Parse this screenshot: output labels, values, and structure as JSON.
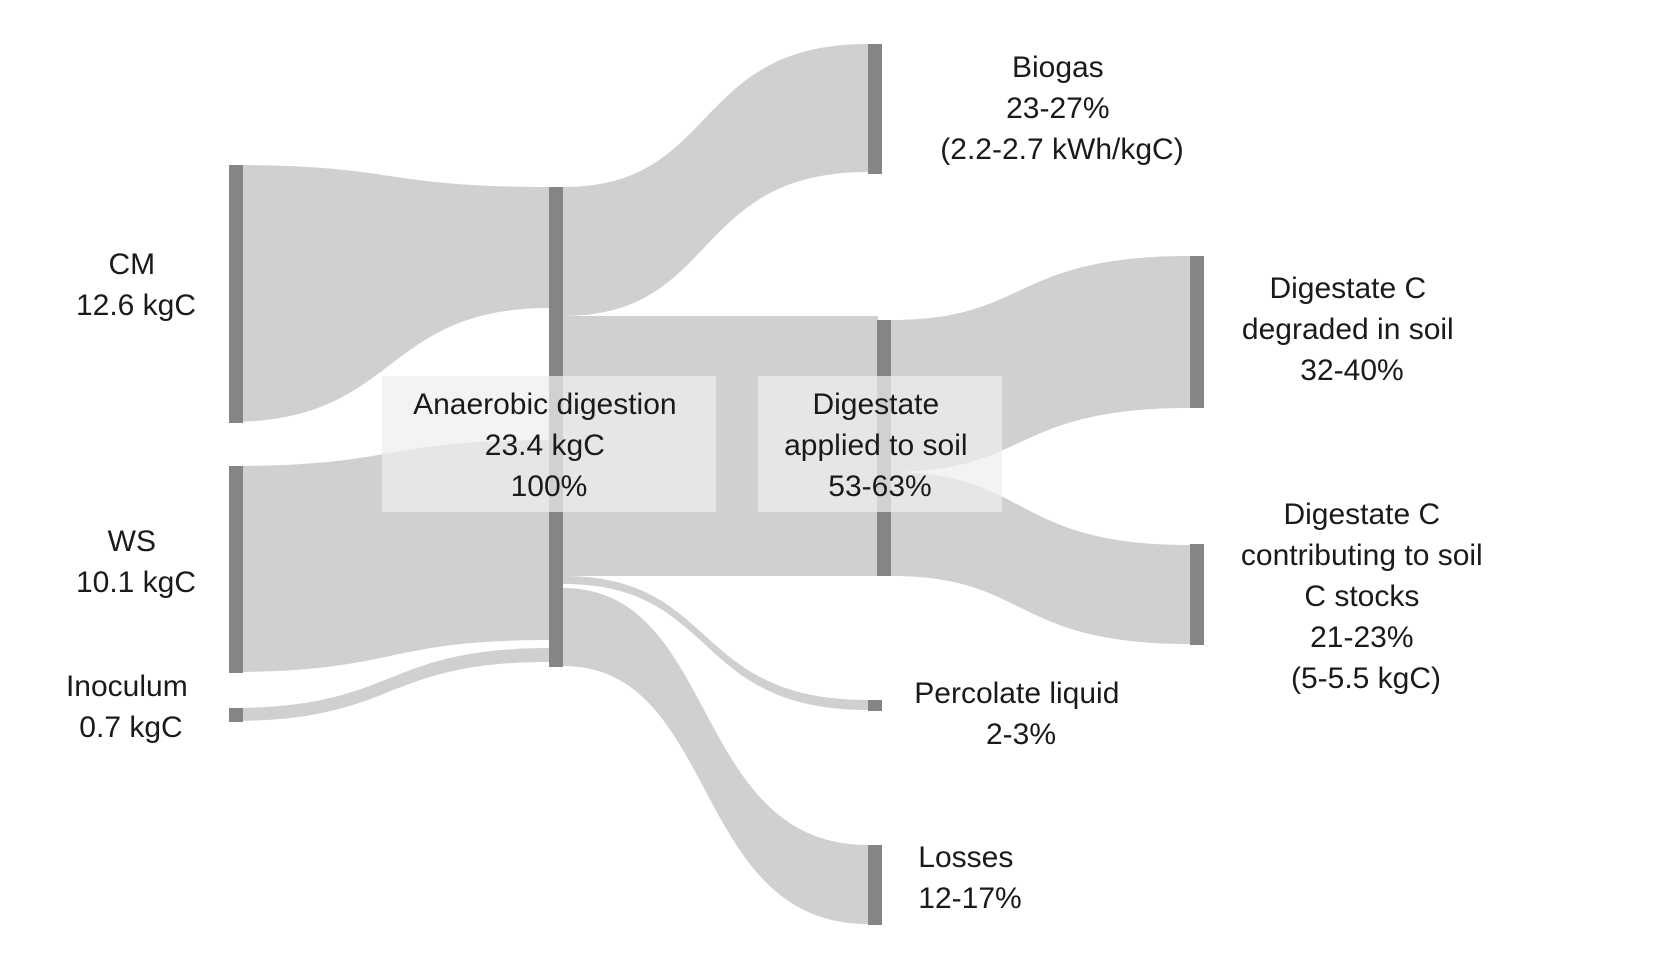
{
  "nodes": {
    "cm": {
      "lines": [
        "CM",
        "12.6 kgC"
      ]
    },
    "ws": {
      "lines": [
        "WS",
        "10.1 kgC"
      ]
    },
    "inoculum": {
      "lines": [
        "Inoculum",
        "0.7 kgC"
      ]
    },
    "anaerobic_digestion": {
      "lines": [
        "Anaerobic digestion",
        "23.4 kgC",
        "100%"
      ]
    },
    "digestate_applied": {
      "lines": [
        "Digestate",
        "applied to soil",
        "53-63%"
      ]
    },
    "biogas": {
      "lines": [
        "Biogas",
        "23-27%",
        "(2.2-2.7 kWh/kgC)"
      ]
    },
    "degraded": {
      "lines": [
        "Digestate C",
        "degraded in soil",
        "32-40%"
      ]
    },
    "contributing": {
      "lines": [
        "Digestate C",
        "contributing to soil",
        "C stocks",
        "21-23%",
        "(5-5.5 kgC)"
      ]
    },
    "percolate": {
      "lines": [
        "Percolate liquid",
        "2-3%"
      ]
    },
    "losses": {
      "lines": [
        "Losses",
        "12-17%"
      ]
    }
  },
  "colors": {
    "flow": "#d0d0d0",
    "node": "#858585",
    "label_box": "#eeeeee",
    "text": "#1a1a1a",
    "background": "#ffffff"
  }
}
